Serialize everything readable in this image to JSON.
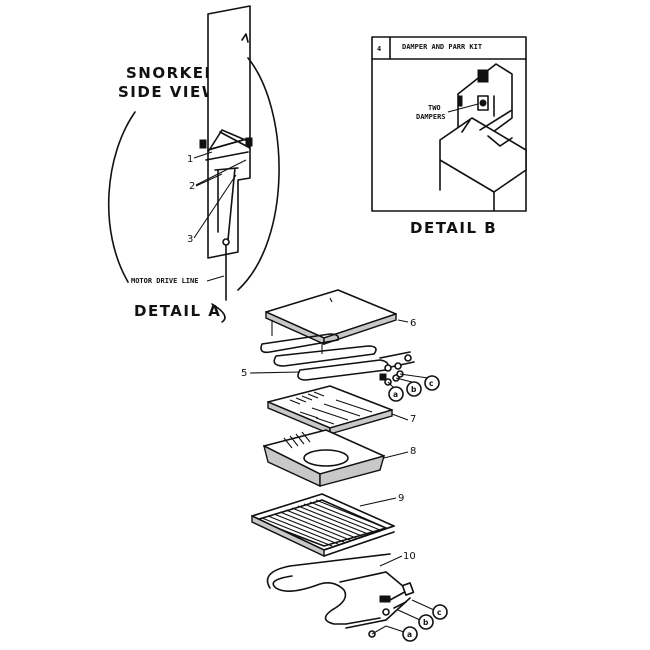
{
  "detail_a": {
    "title_line1": "SNORKEL",
    "title_line2": "SIDE VIEW",
    "caption": "DETAIL A",
    "callouts": [
      "1",
      "2",
      "3"
    ],
    "motor_label": "MOTOR DRIVE LINE"
  },
  "detail_b": {
    "box_number": "4",
    "box_title": "DAMPER AND PARR KIT",
    "dampers_label_line1": "TWO",
    "dampers_label_line2": "DAMPERS",
    "caption": "DETAIL B"
  },
  "exploded": {
    "callouts": [
      "6",
      "5",
      "7",
      "8",
      "9",
      "10"
    ],
    "letters_upper": [
      "a",
      "b",
      "c"
    ],
    "letters_lower": [
      "c",
      "b",
      "a"
    ]
  }
}
